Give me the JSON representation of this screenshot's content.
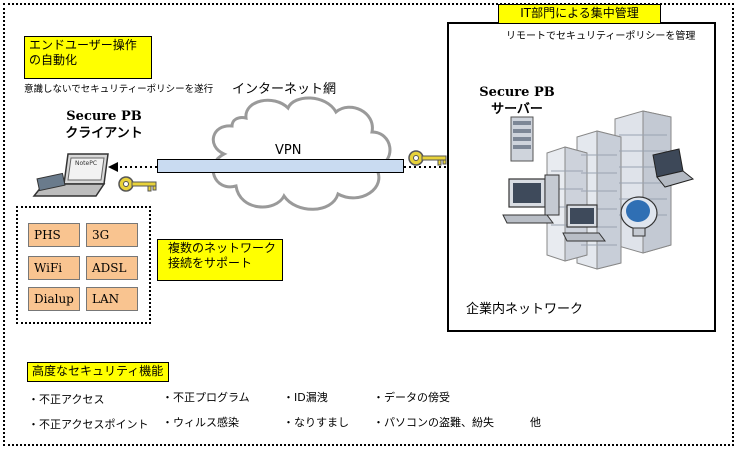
{
  "auto": {
    "title_line1": "エンドユーザー操作",
    "title_line2": "の自動化",
    "subtitle": "意識しないでセキュリティーポリシーを遂行"
  },
  "internet_label": "インターネット網",
  "vpn_label": "VPN",
  "client": {
    "line1": "Secure PB",
    "line2": "クライアント",
    "pc_label": "NotePC"
  },
  "it": {
    "title": "IT部門による集中管理",
    "subtitle": "リモートでセキュリティーポリシーを管理",
    "server_line1": "Secure PB",
    "server_line2": "サーバー",
    "network_label": "企業内ネットワーク"
  },
  "networks": {
    "label_line1": "複数のネットワーク",
    "label_line2": "接続をサポート",
    "items": [
      "PHS",
      "3G",
      "WiFi",
      "ADSL",
      "Dialup",
      "LAN"
    ]
  },
  "security": {
    "title": "高度なセキュリティ機能",
    "items": [
      "・不正アクセス",
      "・不正プログラム",
      "・ID漏洩",
      "・データの傍受",
      "・不正アクセスポイント",
      "・ウィルス感染",
      "・なりすまし",
      "・パソコンの盗難、紛失"
    ],
    "etc": "他"
  },
  "colors": {
    "highlight": "#ffff00",
    "network_tile": "#f9c490",
    "vpn_bar": "#c9dbf1"
  }
}
